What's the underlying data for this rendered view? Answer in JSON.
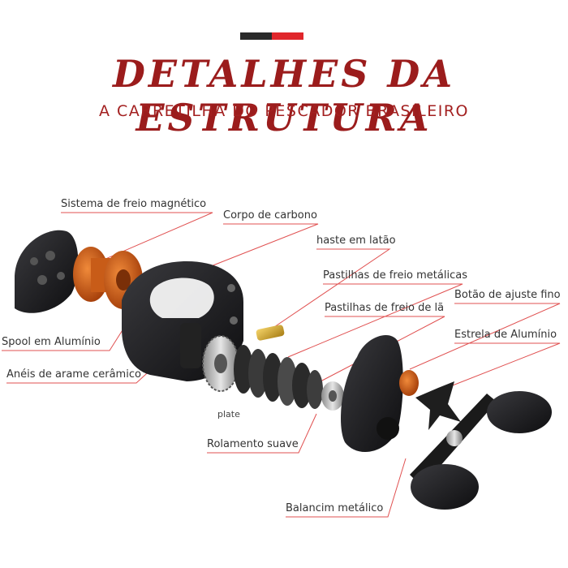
{
  "header": {
    "title": "DETALHES DA ESTRUTURA",
    "subtitle": "A CARRETILHA DO PESCADOR BRASILEIRO"
  },
  "plate_text": "plate",
  "labels": [
    "Sistema de freio magnético",
    "Corpo de carbono",
    "haste em latão",
    "Pastilhas de freio metálicas",
    "Botão de ajuste fino",
    "Pastilhas de freio de lã",
    "Estrela de Alumínio",
    "Spool em Alumínio",
    "Anéis de arame cerâmico",
    "Rolamento suave",
    "Balancim metálico"
  ],
  "colors": {
    "title": "#9b1c1c",
    "leader": "#e05050",
    "orange": "#d3641b",
    "dark": "#1c1c1e"
  }
}
